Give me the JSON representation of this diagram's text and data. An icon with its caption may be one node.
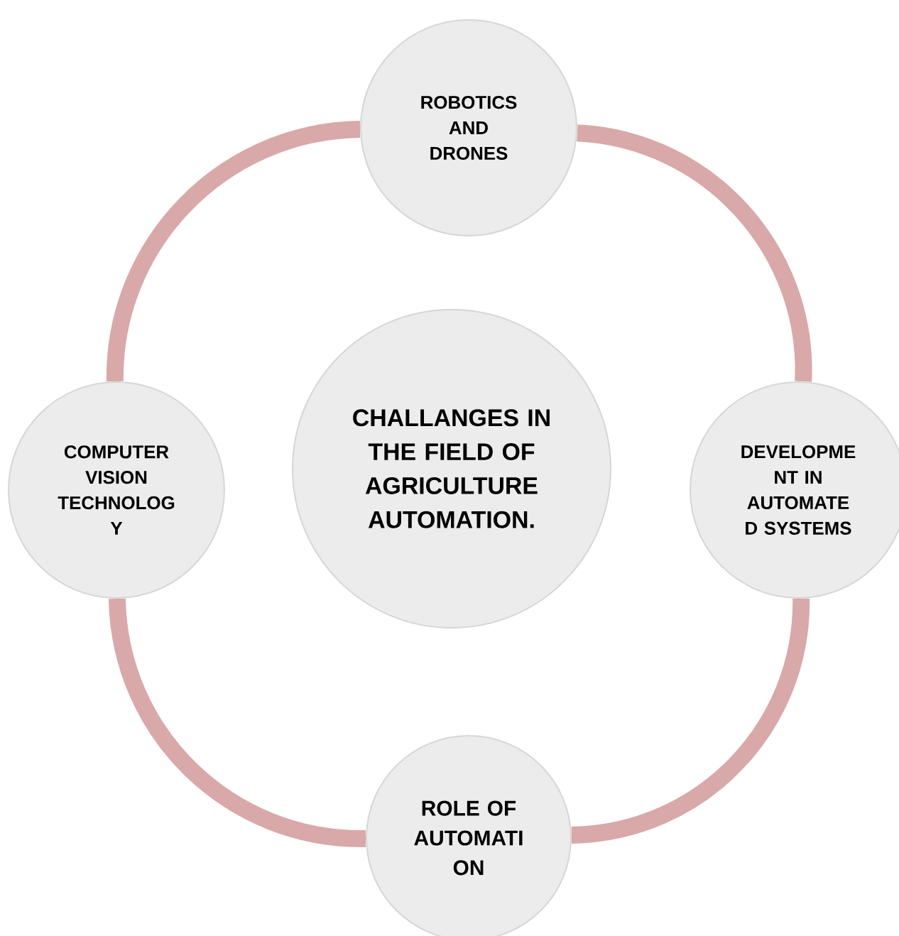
{
  "diagram": {
    "nodes": [
      {
        "text": [
          "ROBOTICS AND DRONES"
        ]
      },
      {
        "text": [
          "COMPUTER VISION TECHNOLOG Y"
        ]
      },
      {
        "text": [
          "CHALLANGES IN THE FIELD OF AGRICULTURE AUTOMATION."
        ]
      },
      {
        "text": [
          "DEVELOPME NT IN AUTOMATE D SYSTEMS"
        ]
      },
      {
        "text": [
          "ROLE OF AUTOMATI ON"
        ]
      }
    ],
    "edges": [
      {
        "from": 0,
        "to": 3,
        "arrow": "none"
      },
      {
        "from": 3,
        "to": 4,
        "arrow": "none"
      },
      {
        "from": 4,
        "to": 1,
        "arrow": "none"
      },
      {
        "from": 1,
        "to": 0,
        "arrow": "none"
      }
    ]
  }
}
